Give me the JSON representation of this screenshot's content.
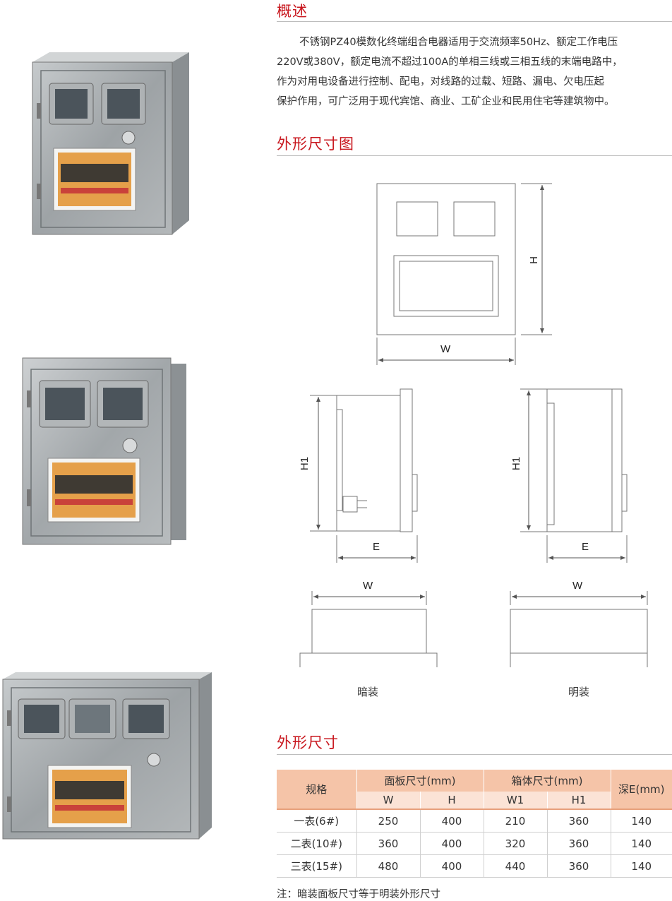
{
  "sections": {
    "overview": {
      "title": "概述",
      "lines": [
        "不锈钢PZ40模数化终端组合电器适用于交流频率50Hz、额定工作电压",
        "220V或380V，额定电流不超过100A的单相三线或三相五线的末端电路中，",
        "作为对用电设备进行控制、配电，对线路的过载、短路、漏电、欠电压起",
        "保护作用，可广泛用于现代宾馆、商业、工矿企业和民用住宅等建筑物中。"
      ]
    },
    "drawing": {
      "title": "外形尺寸图",
      "labels": {
        "w": "W",
        "h": "H",
        "h1": "H1",
        "e": "E"
      },
      "flush_caption": "暗装",
      "surface_caption": "明装"
    },
    "dimensions": {
      "title": "外形尺寸",
      "headers": {
        "spec": "规格",
        "panel": "面板尺寸(mm)",
        "box": "箱体尺寸(mm)",
        "depth": "深E(mm)",
        "w": "W",
        "h": "H",
        "w1": "W1",
        "h1": "H1"
      },
      "rows": [
        {
          "spec": "一表(6#)",
          "w": "250",
          "h": "400",
          "w1": "210",
          "h1": "360",
          "e": "140"
        },
        {
          "spec": "二表(10#)",
          "w": "360",
          "h": "400",
          "w1": "320",
          "h1": "360",
          "e": "140"
        },
        {
          "spec": "三表(15#)",
          "w": "480",
          "h": "400",
          "w1": "440",
          "h1": "360",
          "e": "140"
        }
      ],
      "note": "注：暗装面板尺寸等于明装外形尺寸"
    }
  },
  "colors": {
    "accent": "#c8161d",
    "header_bg": "#f5c4a8",
    "subheader_bg": "#fbe3d6",
    "steel": "#9ea3a6"
  }
}
